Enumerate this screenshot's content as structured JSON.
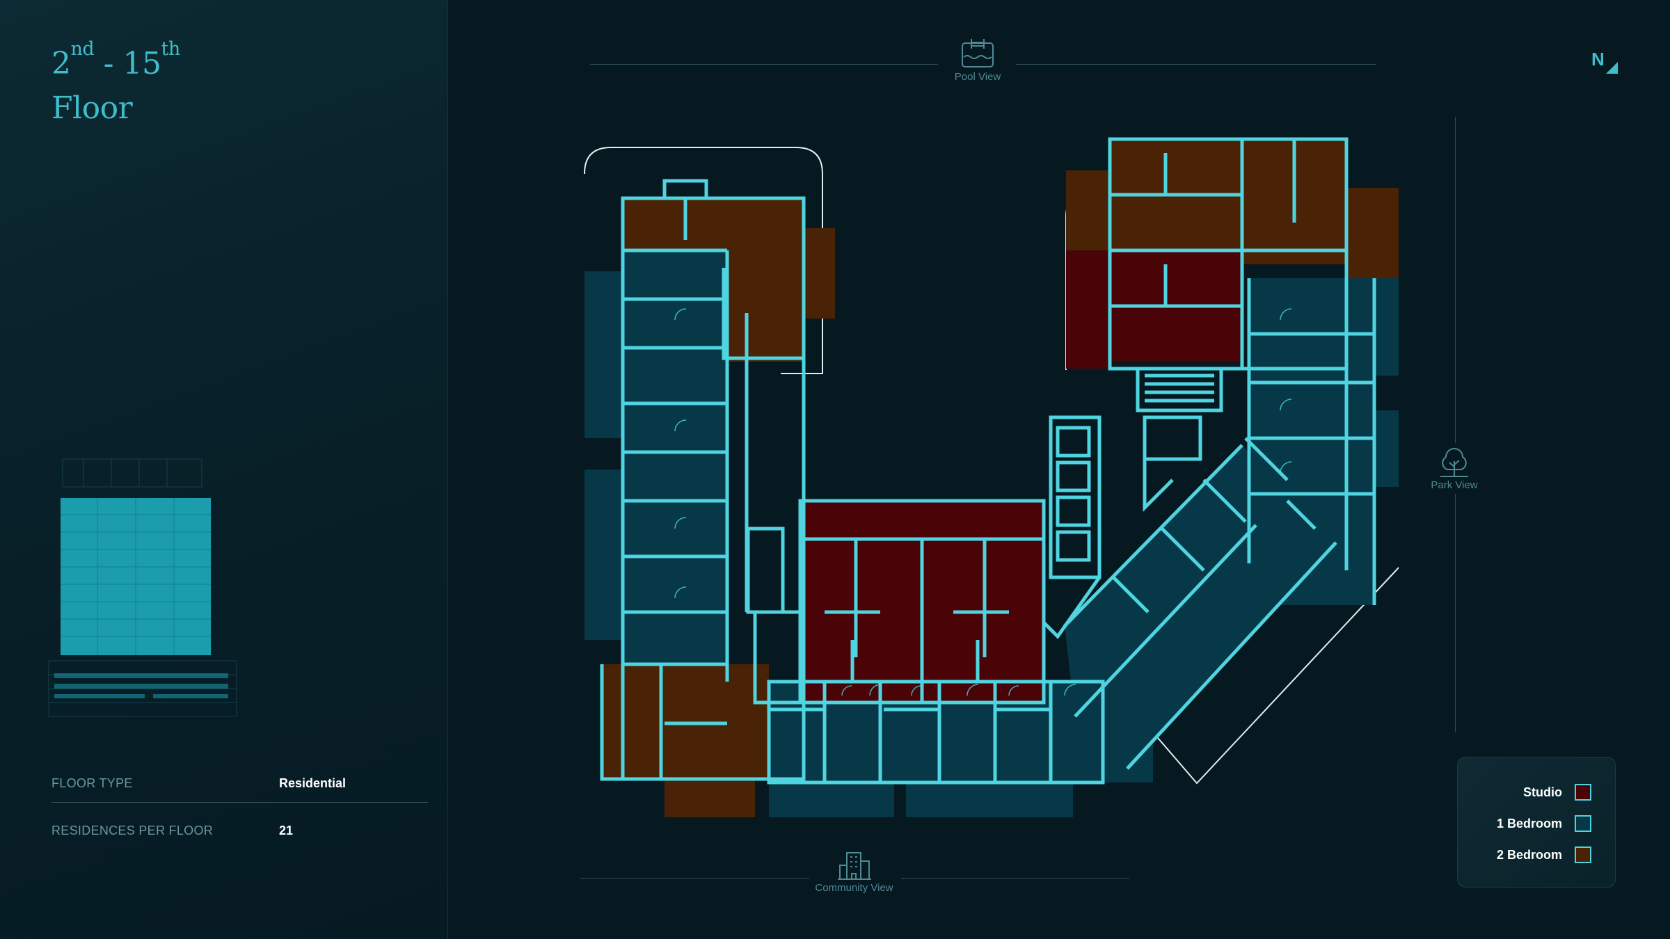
{
  "floor_title": {
    "start": "2",
    "start_suffix": "nd",
    "separator": " - ",
    "end": "15",
    "end_suffix": "th",
    "line2": "Floor"
  },
  "info": [
    {
      "label": "FLOOR TYPE",
      "value": "Residential"
    },
    {
      "label": "RESIDENCES PER FLOOR",
      "value": "21"
    }
  ],
  "views": {
    "pool": "Pool View",
    "park": "Park View",
    "community": "Community View"
  },
  "compass": {
    "label": "N"
  },
  "legend": [
    {
      "label": "Studio",
      "color": "#4a0407"
    },
    {
      "label": "1 Bedroom",
      "color": "#063848"
    },
    {
      "label": "2 Bedroom",
      "color": "#4a2306"
    }
  ],
  "colors": {
    "accent": "#3fbdcb",
    "wall": "#4fd4e0",
    "background": "#061820"
  },
  "icons": [
    "pool-icon",
    "tree-icon",
    "building-icon",
    "north-arrow-icon"
  ]
}
